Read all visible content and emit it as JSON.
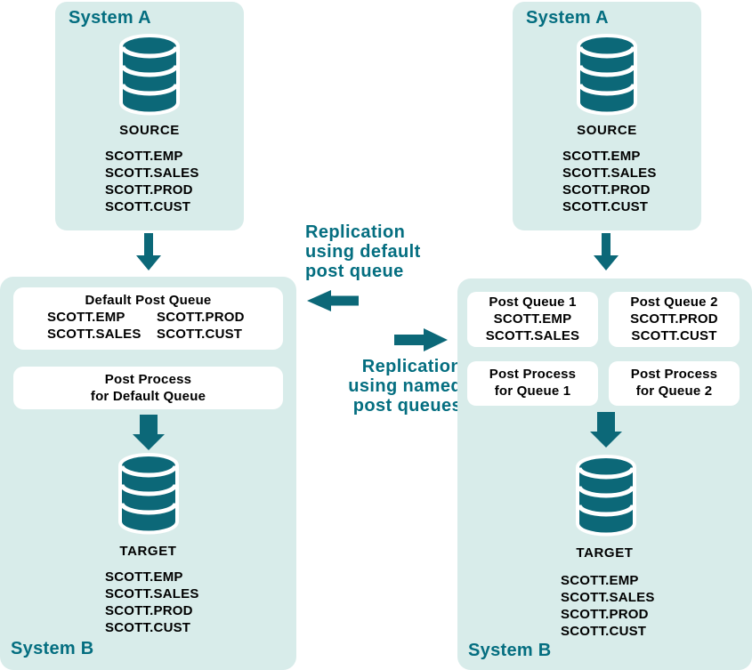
{
  "diagram": {
    "colors": {
      "teal_shape": "#0c6878",
      "teal_text": "#046e80",
      "panel_background": "#d8ecea",
      "inner_box_background": "#ffffff",
      "body_text": "#000000"
    },
    "left": {
      "system_a": {
        "title": "System A",
        "db_icon": "database-cylinder",
        "db_label": "SOURCE",
        "tables": [
          "SCOTT.EMP",
          "SCOTT.SALES",
          "SCOTT.PROD",
          "SCOTT.CUST"
        ]
      },
      "system_b": {
        "title": "System B",
        "queue": {
          "title": "Default Post Queue",
          "col1": [
            "SCOTT.EMP",
            "SCOTT.SALES"
          ],
          "col2": [
            "SCOTT.PROD",
            "SCOTT.CUST"
          ]
        },
        "process": [
          "Post Process",
          "for Default Queue"
        ],
        "db_icon": "database-cylinder",
        "db_label": "TARGET",
        "tables": [
          "SCOTT.EMP",
          "SCOTT.SALES",
          "SCOTT.PROD",
          "SCOTT.CUST"
        ]
      }
    },
    "right": {
      "system_a": {
        "title": "System A",
        "db_icon": "database-cylinder",
        "db_label": "SOURCE",
        "tables": [
          "SCOTT.EMP",
          "SCOTT.SALES",
          "SCOTT.PROD",
          "SCOTT.CUST"
        ]
      },
      "system_b": {
        "title": "System B",
        "queue1": [
          "Post Queue 1",
          "SCOTT.EMP",
          "SCOTT.SALES"
        ],
        "queue2": [
          "Post Queue 2",
          "SCOTT.PROD",
          "SCOTT.CUST"
        ],
        "process1": [
          "Post Process",
          "for Queue 1"
        ],
        "process2": [
          "Post Process",
          "for Queue 2"
        ],
        "db_icon": "database-cylinder",
        "db_label": "TARGET",
        "tables": [
          "SCOTT.EMP",
          "SCOTT.SALES",
          "SCOTT.PROD",
          "SCOTT.CUST"
        ]
      }
    },
    "middle": {
      "default_label": [
        "Replication",
        "using default",
        "post queue"
      ],
      "named_label": [
        "Replication",
        "using named",
        "post queues"
      ]
    }
  }
}
